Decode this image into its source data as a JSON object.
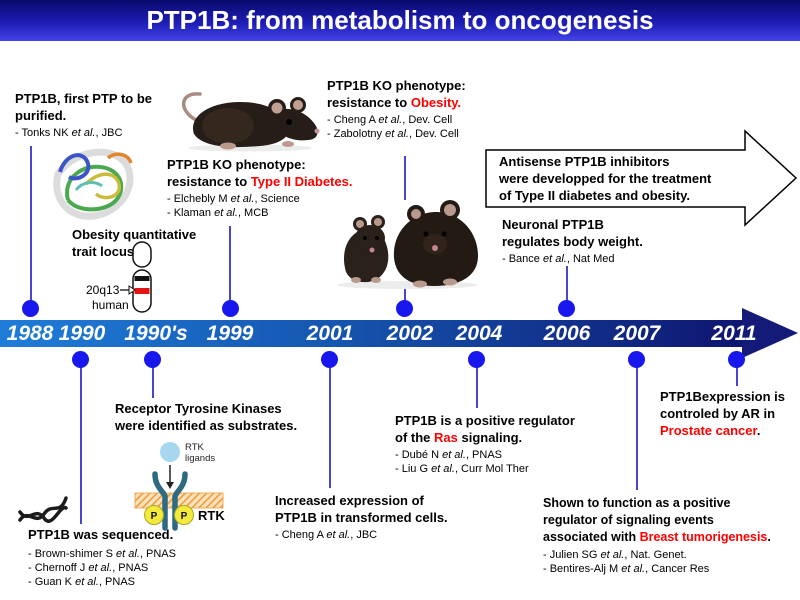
{
  "title": "PTP1B: from metabolism to oncogenesis",
  "colors": {
    "accent_red": "#ff0000",
    "dot_blue": "#1717ee",
    "line_blue": "#4646cf",
    "timeline_left": "#1e7dd9",
    "timeline_right": "#0f1570",
    "arrowhead_navy": "#131a78",
    "banner_top": "#0a0a6e",
    "banner_bottom": "#4343ea"
  },
  "timeline": {
    "years": [
      {
        "label": "1988"
      },
      {
        "label": "1990"
      },
      {
        "label": "1990's"
      },
      {
        "label": "1999"
      },
      {
        "label": "2001"
      },
      {
        "label": "2002"
      },
      {
        "label": "2004"
      },
      {
        "label": "2006"
      },
      {
        "label": "2007"
      },
      {
        "label": "2011"
      }
    ]
  },
  "events": {
    "purified": {
      "line1": "PTP1B, first PTP to be",
      "line2": "purified.",
      "refs": [
        {
          "pre": "- Tonks NK ",
          "it": "et al.",
          "post": ", JBC"
        }
      ]
    },
    "ko_diabetes": {
      "line1": "PTP1B KO phenotype:",
      "line2_pre": "resistance to ",
      "line2_red": "Type II Diabetes.",
      "refs": [
        {
          "pre": "- Elchebly M ",
          "it": "et al.",
          "post": ", Science"
        },
        {
          "pre": "- Klaman ",
          "it": "et al.",
          "post": ", MCB"
        }
      ]
    },
    "ko_obesity": {
      "line1": "PTP1B KO phenotype:",
      "line2_pre": "resistance to ",
      "line2_red": "Obesity.",
      "refs": [
        {
          "pre": "- Cheng A ",
          "it": "et al.",
          "post": ", Dev. Cell"
        },
        {
          "pre": "- Zabolotny ",
          "it": "et al.",
          "post": ", Dev. Cell"
        }
      ]
    },
    "qtl": {
      "line1": "Obesity quantitative",
      "line2": "trait locus",
      "locus": "20q13",
      "species": "human"
    },
    "antisense": {
      "line1": "Antisense PTP1B inhibitors",
      "line2": "were developped for the treatment",
      "line3": "of Type II diabetes and obesity."
    },
    "neuronal": {
      "line1": "Neuronal PTP1B",
      "line2": "regulates body weight.",
      "refs": [
        {
          "pre": "- Bance ",
          "it": "et al.",
          "post": ", Nat Med"
        }
      ]
    },
    "sequenced": {
      "line1": "PTP1B was sequenced.",
      "refs": [
        {
          "pre": "- Brown-shimer S ",
          "it": "et al.",
          "post": ", PNAS"
        },
        {
          "pre": "- Chernoff J ",
          "it": "et al.",
          "post": ", PNAS"
        },
        {
          "pre": "- Guan K ",
          "it": "et al.",
          "post": ", PNAS"
        }
      ]
    },
    "rtk": {
      "line1": "Receptor Tyrosine Kinases",
      "line2": "were identified as substrates.",
      "ligand_label1": "RTK",
      "ligand_label2": "ligands",
      "p_label": "P",
      "receptor_label": "RTK"
    },
    "transformed": {
      "line1": "Increased expression of",
      "line2": "PTP1B in transformed cells.",
      "refs": [
        {
          "pre": "- Cheng A ",
          "it": "et al.",
          "post": ", JBC"
        }
      ]
    },
    "ras": {
      "line1": "PTP1B is a positive regulator",
      "line2_pre": "of the ",
      "line2_red": "Ras",
      "line2_post": " signaling.",
      "refs": [
        {
          "pre": "- Dubé N ",
          "it": "et al.",
          "post": ", PNAS"
        },
        {
          "pre": "- Liu G ",
          "it": "et al.",
          "post": ", Curr Mol Ther"
        }
      ]
    },
    "breast": {
      "line1": "Shown to function as a positive",
      "line2": "regulator of signaling events",
      "line3_pre": "associated with ",
      "line3_red": "Breast tumorigenesis",
      "line3_post": ".",
      "refs": [
        {
          "pre": "- Julien SG ",
          "it": "et al.",
          "post": ", Nat. Genet."
        },
        {
          "pre": "- Bentires-Alj M ",
          "it": "et al.",
          "post": ", Cancer Res"
        }
      ]
    },
    "prostate": {
      "line1": "PTP1Bexpression is",
      "line2": "controled by AR in",
      "line3_red": "Prostate cancer",
      "line3_post": "."
    }
  }
}
